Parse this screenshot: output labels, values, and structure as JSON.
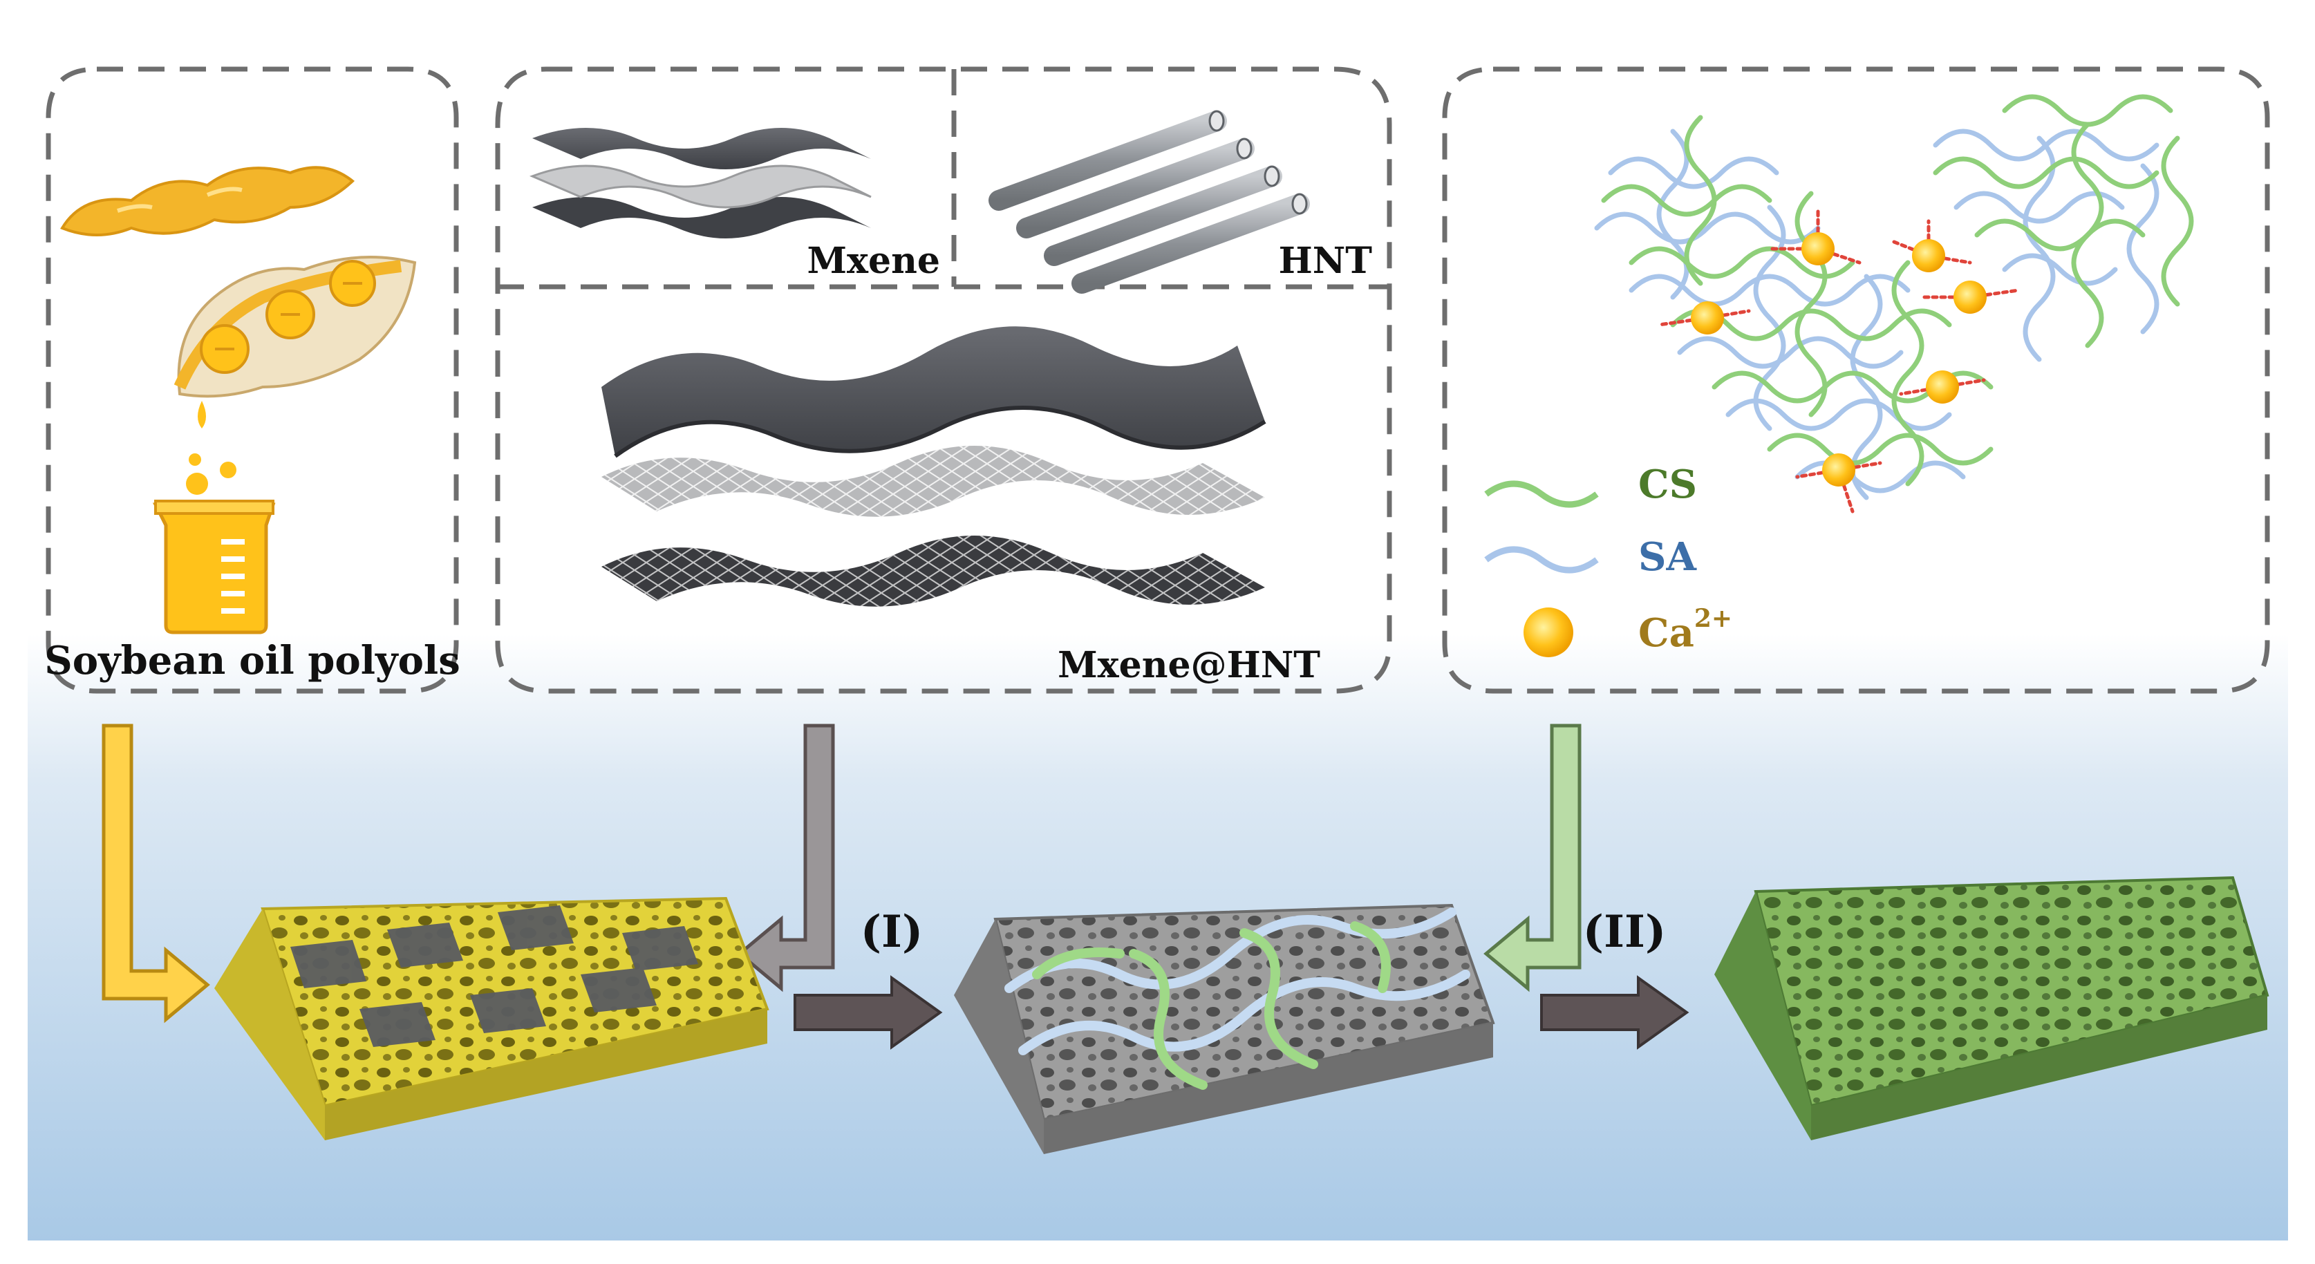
{
  "labels": {
    "soybean": "Soybean oil polyols",
    "mxene": "Mxene",
    "hnt": "HNT",
    "mxene_hnt": "Mxene@HNT",
    "step1": "(I)",
    "step2": "(II)"
  },
  "legend": {
    "cs": "CS",
    "sa": "SA",
    "ca": "Ca",
    "ca_charge": "2+"
  },
  "colors": {
    "background_top": "#ffffff",
    "background_bottom": "#a9c9e6",
    "dashed_border": "#6e6e6e",
    "soy_yellow": "#f3b52a",
    "mxene_dark": "#55575c",
    "hnt_grey": "#9a9ea3",
    "cs_green": "#8fcf7a",
    "sa_blue": "#a9c5ea",
    "ca_yellow": "#ffc21a",
    "crosslink_red": "#e0443a",
    "foam_yellow": "#e2d23a",
    "foam_grey": "#8f8f8f",
    "foam_green": "#7fb25b",
    "arrow_grey": "#5a5050",
    "legend_cs_text": "#4c7a2a",
    "legend_sa_text": "#3c6ea8",
    "legend_ca_text": "#a07a1c"
  },
  "icons": [
    "soybean-pod-icon",
    "beaker-icon",
    "mxene-sheet-icon",
    "hnt-tube-icon",
    "foam-block-icon",
    "arrow-icon"
  ]
}
